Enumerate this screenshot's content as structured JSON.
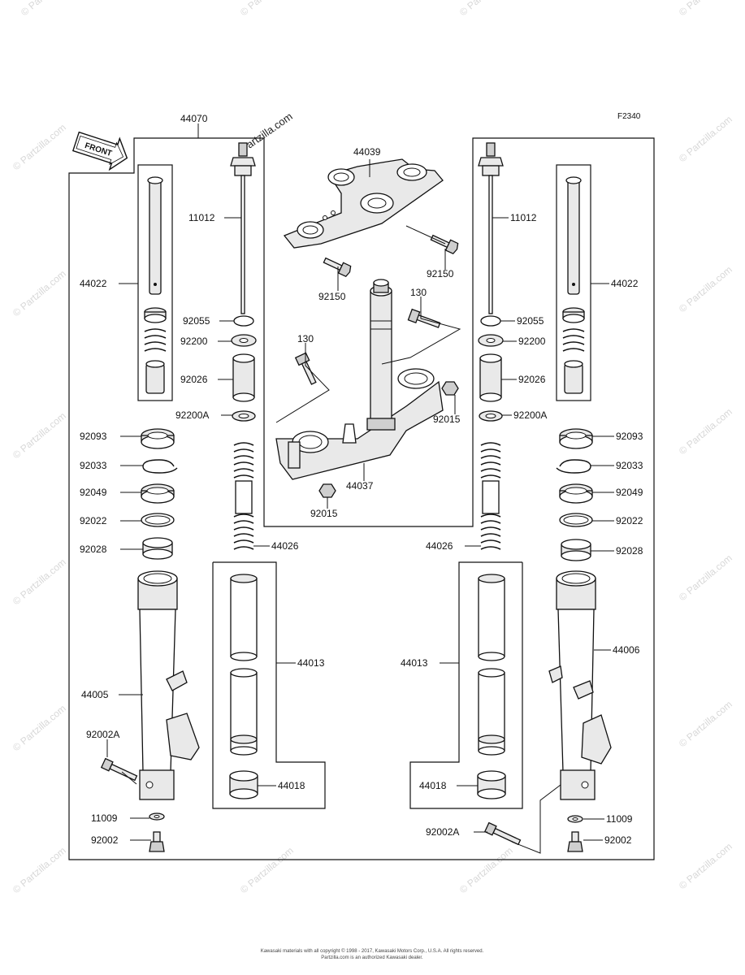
{
  "diagram": {
    "code": "F2340",
    "direction_label": "FRONT",
    "watermark": "© Partzilla.com",
    "watermark_center": "Partzilla.com",
    "footer_line1": "Kawasaki materials with all copyright © 1998 - 2017, Kawasaki Motors Corp., U.S.A. All rights reserved.",
    "footer_line2": "Partzilla.com is an authorized Kawasaki dealer."
  },
  "labels": {
    "l44070": "44070",
    "l44039": "44039",
    "l11012_left": "11012",
    "l11012_right": "11012",
    "l44022_left": "44022",
    "l44022_right": "44022",
    "l92150_top": "92150",
    "l92150_mid": "92150",
    "l130_top": "130",
    "l130_mid": "130",
    "l92055_left": "92055",
    "l92055_right": "92055",
    "l92200_left": "92200",
    "l92200_right": "92200",
    "l92026_left": "92026",
    "l92026_right": "92026",
    "l92015_right": "92015",
    "l92015_bottom": "92015",
    "l92200A_left": "92200A",
    "l92200A_right": "92200A",
    "l44037": "44037",
    "l92093_left": "92093",
    "l92093_right": "92093",
    "l92033_left": "92033",
    "l92033_right": "92033",
    "l92049_left": "92049",
    "l92049_right": "92049",
    "l92022_left": "92022",
    "l92022_right": "92022",
    "l92028_left": "92028",
    "l92028_right": "92028",
    "l44026_left": "44026",
    "l44026_right": "44026",
    "l44013_left": "44013",
    "l44013_right": "44013",
    "l44005": "44005",
    "l44006": "44006",
    "l92002A_left": "92002A",
    "l92002A_right": "92002A",
    "l44018_left": "44018",
    "l44018_right": "44018",
    "l11009_left": "11009",
    "l11009_right": "11009",
    "l92002_left": "92002",
    "l92002_right": "92002"
  }
}
